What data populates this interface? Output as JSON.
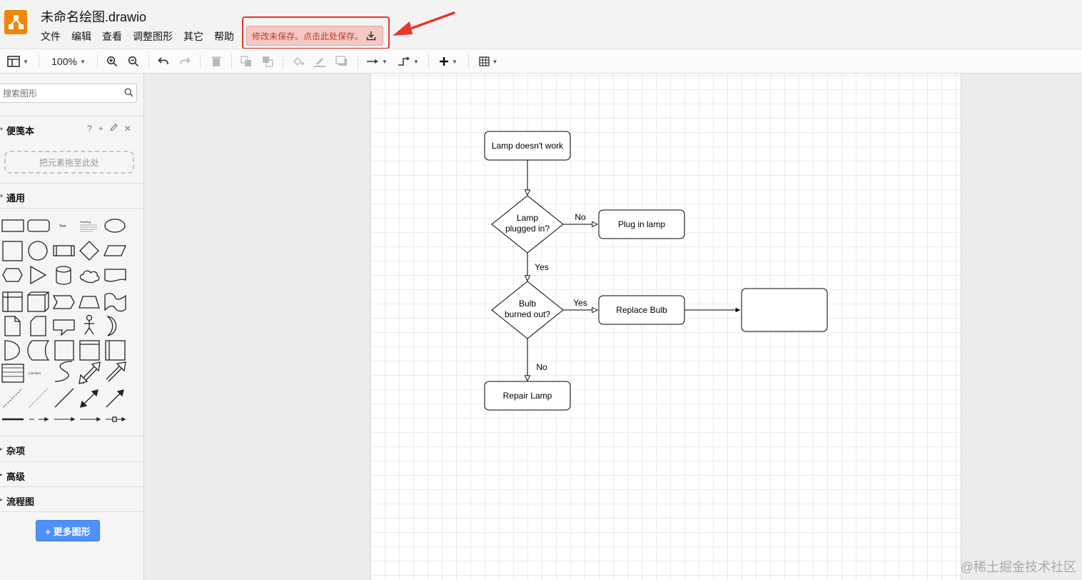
{
  "header": {
    "title": "未命名绘图.drawio",
    "menu": [
      "文件",
      "编辑",
      "查看",
      "调整图形",
      "其它",
      "帮助"
    ],
    "unsaved_notice": "修改未保存。点击此处保存。"
  },
  "toolbar": {
    "zoom": "100%"
  },
  "sidebar": {
    "search_placeholder": "搜索图形",
    "scratchpad": {
      "title": "便笺本",
      "help": "?",
      "add": "+",
      "close": "✕",
      "dropzone": "把元素拖至此处"
    },
    "general": {
      "title": "通用"
    },
    "shape_labels": {
      "text": "Text",
      "heading": "Heading",
      "list_item": "List Item"
    },
    "sections": [
      "杂项",
      "高级",
      "流程图"
    ],
    "more_shapes": "+ 更多图形"
  },
  "diagram": {
    "nodes": {
      "start": "Lamp doesn't work",
      "q1_line1": "Lamp",
      "q1_line2": "plugged in?",
      "plug": "Plug in lamp",
      "q2_line1": "Bulb",
      "q2_line2": "burned out?",
      "replace": "Replace Bulb",
      "repair": "Repair Lamp",
      "empty": ""
    },
    "edge_labels": {
      "q1_no": "No",
      "q1_yes": "Yes",
      "q2_yes": "Yes",
      "q2_no": "No"
    }
  },
  "watermark": "@稀土掘金技术社区",
  "colors": {
    "accent": "#f08705",
    "annotation": "#e8352a",
    "button": "#4d90fe"
  }
}
